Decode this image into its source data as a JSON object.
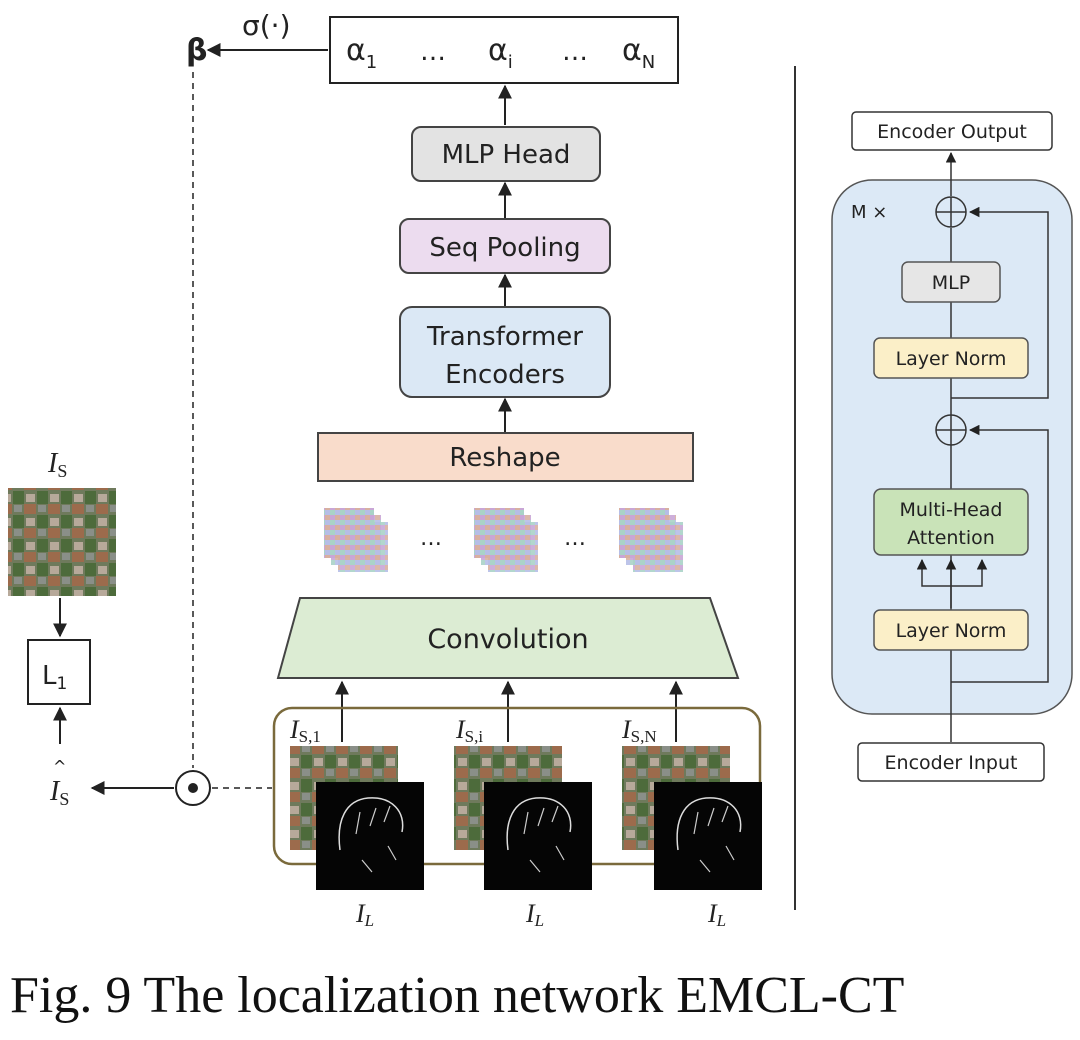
{
  "top": {
    "beta": "β",
    "sigma": "σ(·)",
    "alphas": [
      "α",
      "…",
      "α",
      "…",
      "α"
    ],
    "alpha_subs": [
      "1",
      "",
      "i",
      "",
      "N"
    ]
  },
  "blocks": {
    "mlp_head": "MLP Head",
    "seq_pooling": "Seq Pooling",
    "transformer_line1": "Transformer",
    "transformer_line2": "Encoders",
    "reshape": "Reshape",
    "convolution": "Convolution"
  },
  "ellipsis": "…",
  "inputs": {
    "I": "I",
    "S1_sub": "S,1",
    "Si_sub": "S,i",
    "SN_sub": "S,N",
    "L_sub": "L"
  },
  "left": {
    "IS_label": "I",
    "IS_sub": "S",
    "L1": "L",
    "L1_sub": "1",
    "hat": "^",
    "IS_hat": "I",
    "IS_hat_sub": "S"
  },
  "encoder": {
    "output": "Encoder Output",
    "repeat": "M ×",
    "mlp": "MLP",
    "layer_norm_top": "Layer Norm",
    "mha_line1": "Multi-Head",
    "mha_line2": "Attention",
    "layer_norm_bottom": "Layer Norm",
    "input": "Encoder Input"
  },
  "caption": {
    "prefix": "Fig. 9 The localization network ",
    "name": "EMCL-CT"
  },
  "colors": {
    "mlp_head": "#e3e3e3",
    "seq_pooling": "#ecdcef",
    "transformer": "#dbe8f5",
    "reshape": "#f9dccb",
    "convolution": "#dcecd3",
    "layer_norm": "#fbefc8",
    "attention": "#c9e3b8",
    "encoder_bg": "#dce9f6",
    "input_frame": "#7a6a3c"
  }
}
